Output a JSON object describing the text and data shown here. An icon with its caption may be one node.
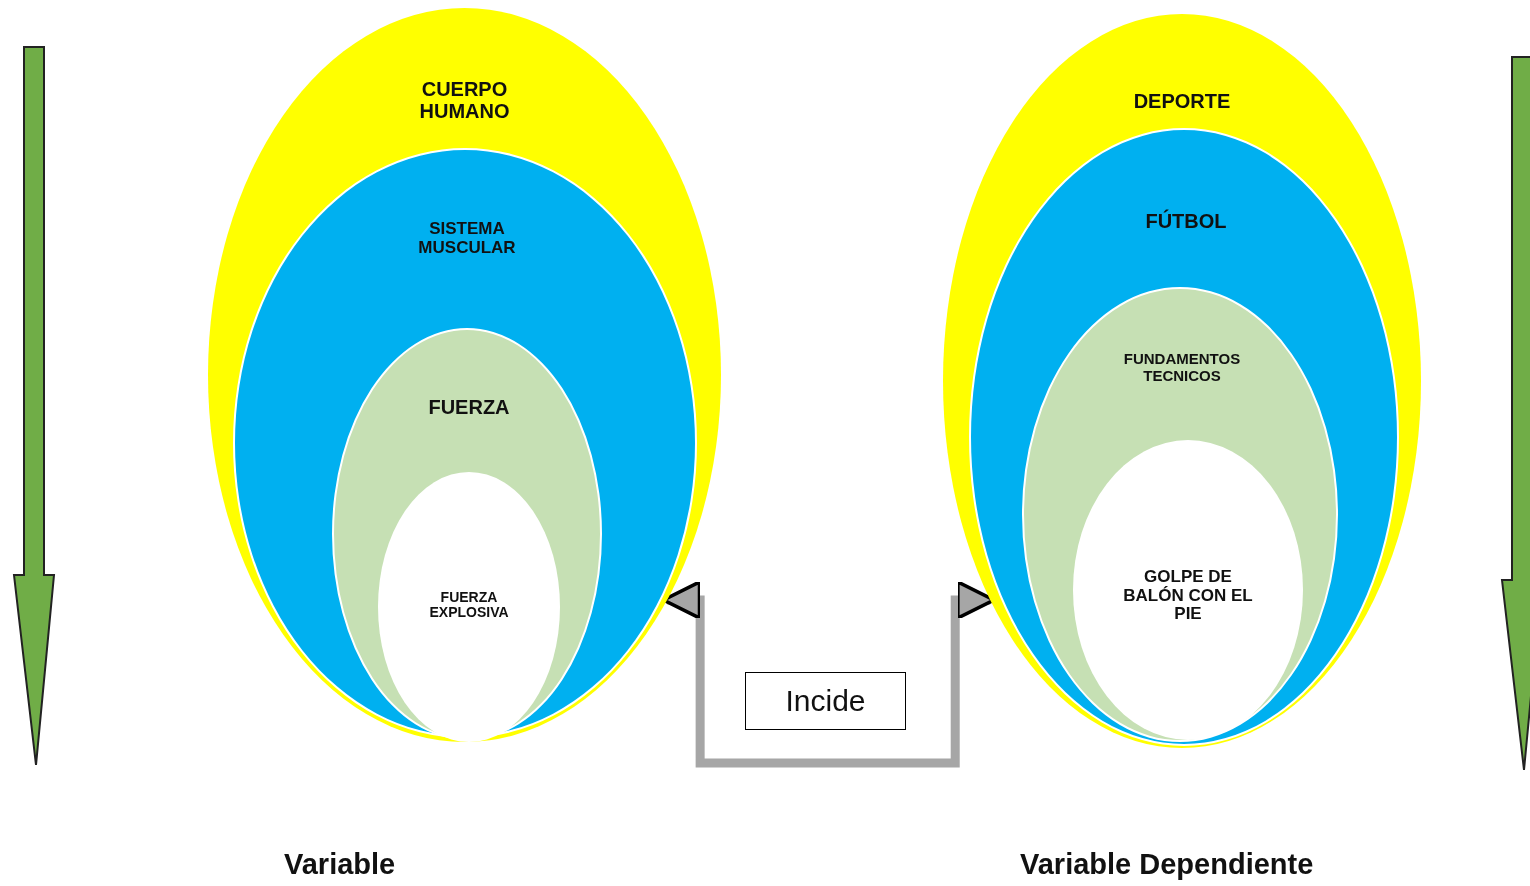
{
  "diagram": {
    "nodes": [
      {
        "text": [
          "CUERPO HUMANO"
        ]
      },
      {
        "text": [
          "SISTEMA MUSCULAR"
        ],
        "in": 0
      },
      {
        "text": [
          "FUERZA"
        ],
        "in": 1
      },
      {
        "text": [
          "FUERZA EXPLOSIVA"
        ],
        "in": 2
      },
      {
        "text": [
          "DEPORTE"
        ]
      },
      {
        "text": [
          "FÚTBOL"
        ],
        "in": 4
      },
      {
        "text": [
          "FUNDAMENTOS TECNICOS"
        ],
        "in": 5
      },
      {
        "text": [
          "GOLPE DE BALÓN CON EL PIE"
        ],
        "in": 6
      }
    ],
    "edges": [
      {
        "from": 0,
        "to": 4,
        "arrow": "both",
        "label": "Incide"
      }
    ],
    "labels": [
      "Variable",
      "Variable Dependiente"
    ]
  }
}
